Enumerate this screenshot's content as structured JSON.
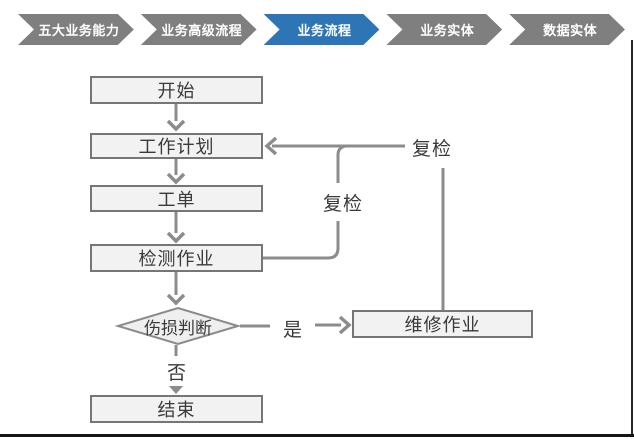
{
  "breadcrumb": {
    "active_color": "#2e75b6",
    "inactive_color": "#7f7f7f",
    "steps": [
      {
        "label": "五大业务能力",
        "active": false
      },
      {
        "label": "业务高级流程",
        "active": false
      },
      {
        "label": "业务流程",
        "active": true
      },
      {
        "label": "业务实体",
        "active": false
      },
      {
        "label": "数据实体",
        "active": false
      }
    ]
  },
  "flowchart": {
    "colors": {
      "node_fill": "#f2f2f2",
      "node_border": "#767676",
      "connector": "#8c8c8c",
      "text": "#3a3a3a"
    },
    "nodes": {
      "start": {
        "label": "开始",
        "type": "process"
      },
      "work_plan": {
        "label": "工作计划",
        "type": "process"
      },
      "work_order": {
        "label": "工单",
        "type": "process"
      },
      "inspection": {
        "label": "检测作业",
        "type": "process"
      },
      "damage_decision": {
        "label": "伤损判断",
        "type": "decision"
      },
      "repair": {
        "label": "维修作业",
        "type": "process"
      },
      "end": {
        "label": "结束",
        "type": "process"
      }
    },
    "edge_labels": {
      "recheck_inner": "复检",
      "recheck_outer": "复检",
      "yes": "是",
      "no": "否"
    }
  }
}
